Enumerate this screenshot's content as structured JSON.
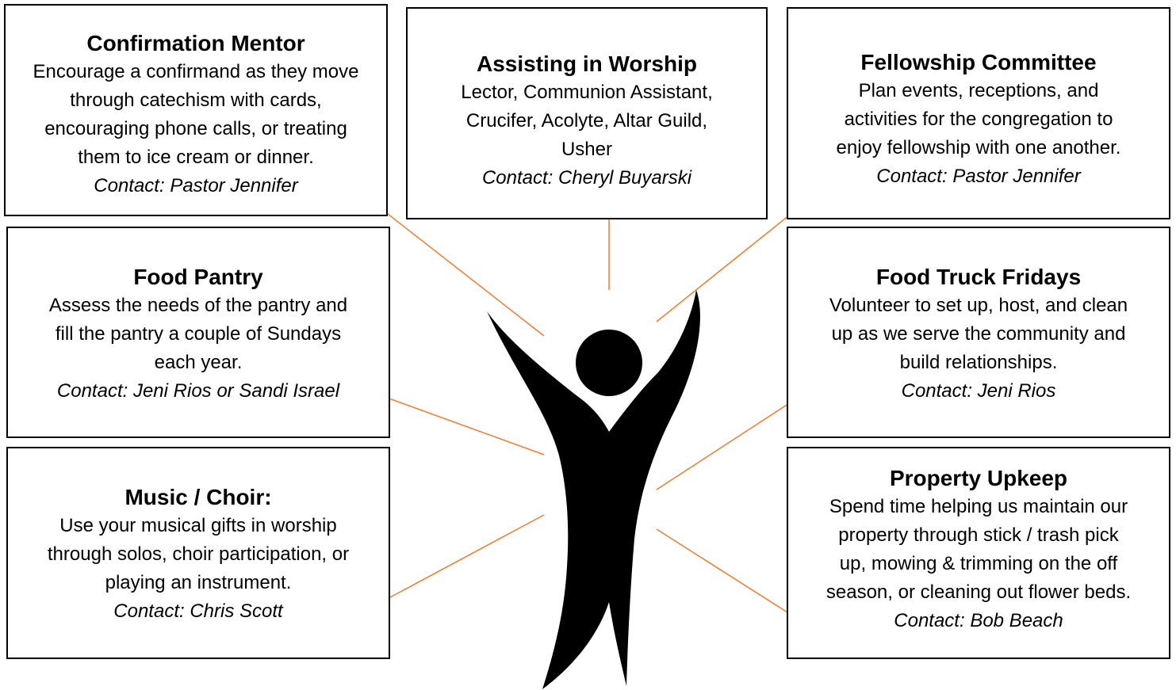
{
  "colors": {
    "arrow": "#ED7D31",
    "figure": "#000000",
    "border": "#000000"
  },
  "center_icon": "raised-arms-person-icon",
  "boxes": {
    "confirmation": {
      "title": "Confirmation Mentor",
      "desc": "Encourage a confirmand as they move\nthrough catechism with cards,\nencouraging phone calls, or treating\nthem to ice cream or dinner.",
      "contact": "Contact: Pastor Jennifer"
    },
    "worship": {
      "title": "Assisting in Worship",
      "desc": "Lector, Communion Assistant,\nCrucifer, Acolyte, Altar Guild,\nUsher",
      "contact": "Contact: Cheryl Buyarski"
    },
    "fellowship": {
      "title": "Fellowship Committee",
      "desc": "Plan events, receptions, and\nactivities for the congregation to\nenjoy fellowship  with one another.",
      "contact": "Contact: Pastor Jennifer"
    },
    "pantry": {
      "title": "Food Pantry",
      "desc": "Assess the needs of the pantry and\nfill the pantry a couple of Sundays\neach year.",
      "contact": "Contact: Jeni Rios or Sandi Israel"
    },
    "foodtruck": {
      "title": "Food Truck Fridays",
      "desc": "Volunteer to set up, host, and clean\nup as we serve the community and\nbuild relationships.",
      "contact": "Contact: Jeni Rios"
    },
    "music": {
      "title": "Music / Choir:",
      "desc": "Use your musical gifts in worship\nthrough solos, choir participation, or\nplaying an instrument.",
      "contact": "Contact: Chris Scott"
    },
    "property": {
      "title": "Property Upkeep",
      "desc": "Spend time helping us maintain our\nproperty through stick / trash pick\nup, mowing & trimming on the off\nseason, or cleaning out flower beds.",
      "contact": "Contact: Bob Beach"
    }
  }
}
